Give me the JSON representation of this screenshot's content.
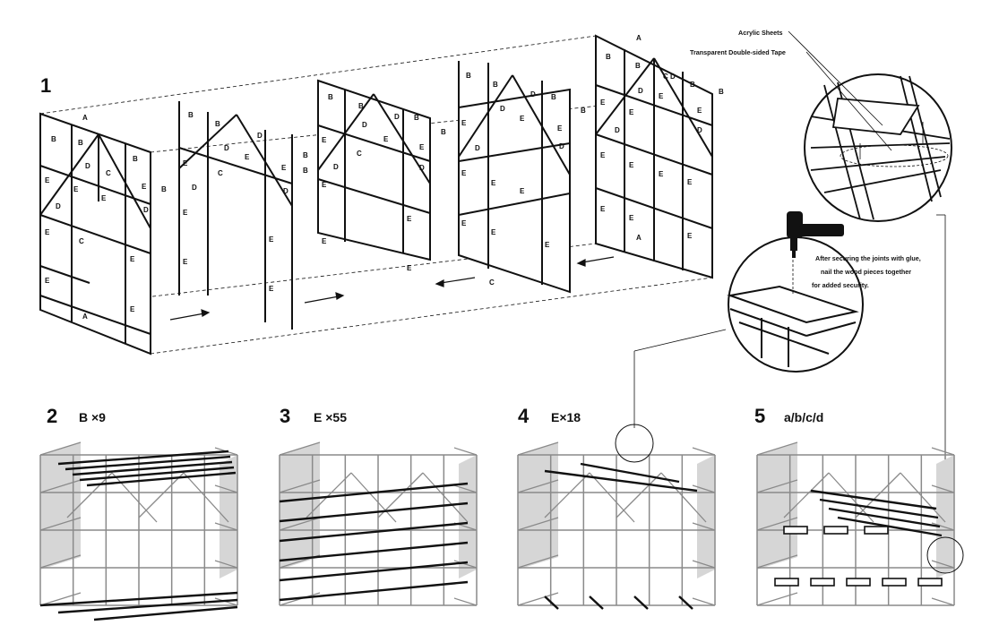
{
  "steps": [
    {
      "num": "1",
      "sub": ""
    },
    {
      "num": "2",
      "sub": "B ×9"
    },
    {
      "num": "3",
      "sub": "E ×55"
    },
    {
      "num": "4",
      "sub": "E×18"
    },
    {
      "num": "5",
      "sub": "a/b/c/d"
    }
  ],
  "part_labels": [
    "A",
    "B",
    "C",
    "D",
    "E"
  ],
  "callouts": {
    "acrylic": "Acrylic Sheets",
    "tape": "Transparent Double-sided Tape",
    "glue_line1": "After securing the joints with glue,",
    "glue_line2": "nail the wood pieces together",
    "glue_line3": "for added security."
  },
  "colors": {
    "stroke": "#111111",
    "panel": "#d6d6d6",
    "grey_frame": "#8a8a8a"
  },
  "icons": [
    "nail-gun-icon",
    "arrow-icon",
    "magnifier-circle-icon"
  ]
}
